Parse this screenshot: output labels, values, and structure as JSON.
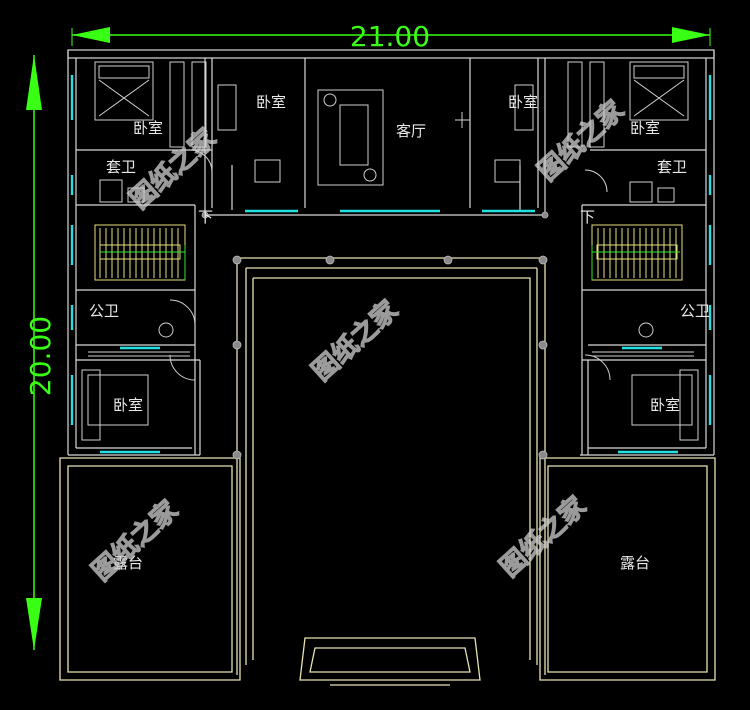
{
  "dimensions": {
    "width_label": "21.00",
    "height_label": "20.00"
  },
  "rooms": {
    "bedroom_tl": "卧室",
    "bedroom_tm": "卧室",
    "living": "客厅",
    "bedroom_tr_inner": "卧室",
    "bedroom_tr": "卧室",
    "ensuite_left": "套卫",
    "ensuite_right": "套卫",
    "public_bath_left": "公卫",
    "public_bath_right": "公卫",
    "bedroom_ml": "卧室",
    "bedroom_mr": "卧室",
    "terrace_left": "露台",
    "terrace_right": "露台"
  },
  "stair_markers": {
    "down_left": "下",
    "down_right": "下"
  },
  "watermark": "图纸之家",
  "colors": {
    "background": "#000000",
    "dimension": "#39ff14",
    "walls": "#d8d8d8",
    "windows": "#23e0e0",
    "stairs": "#e6e07a"
  }
}
